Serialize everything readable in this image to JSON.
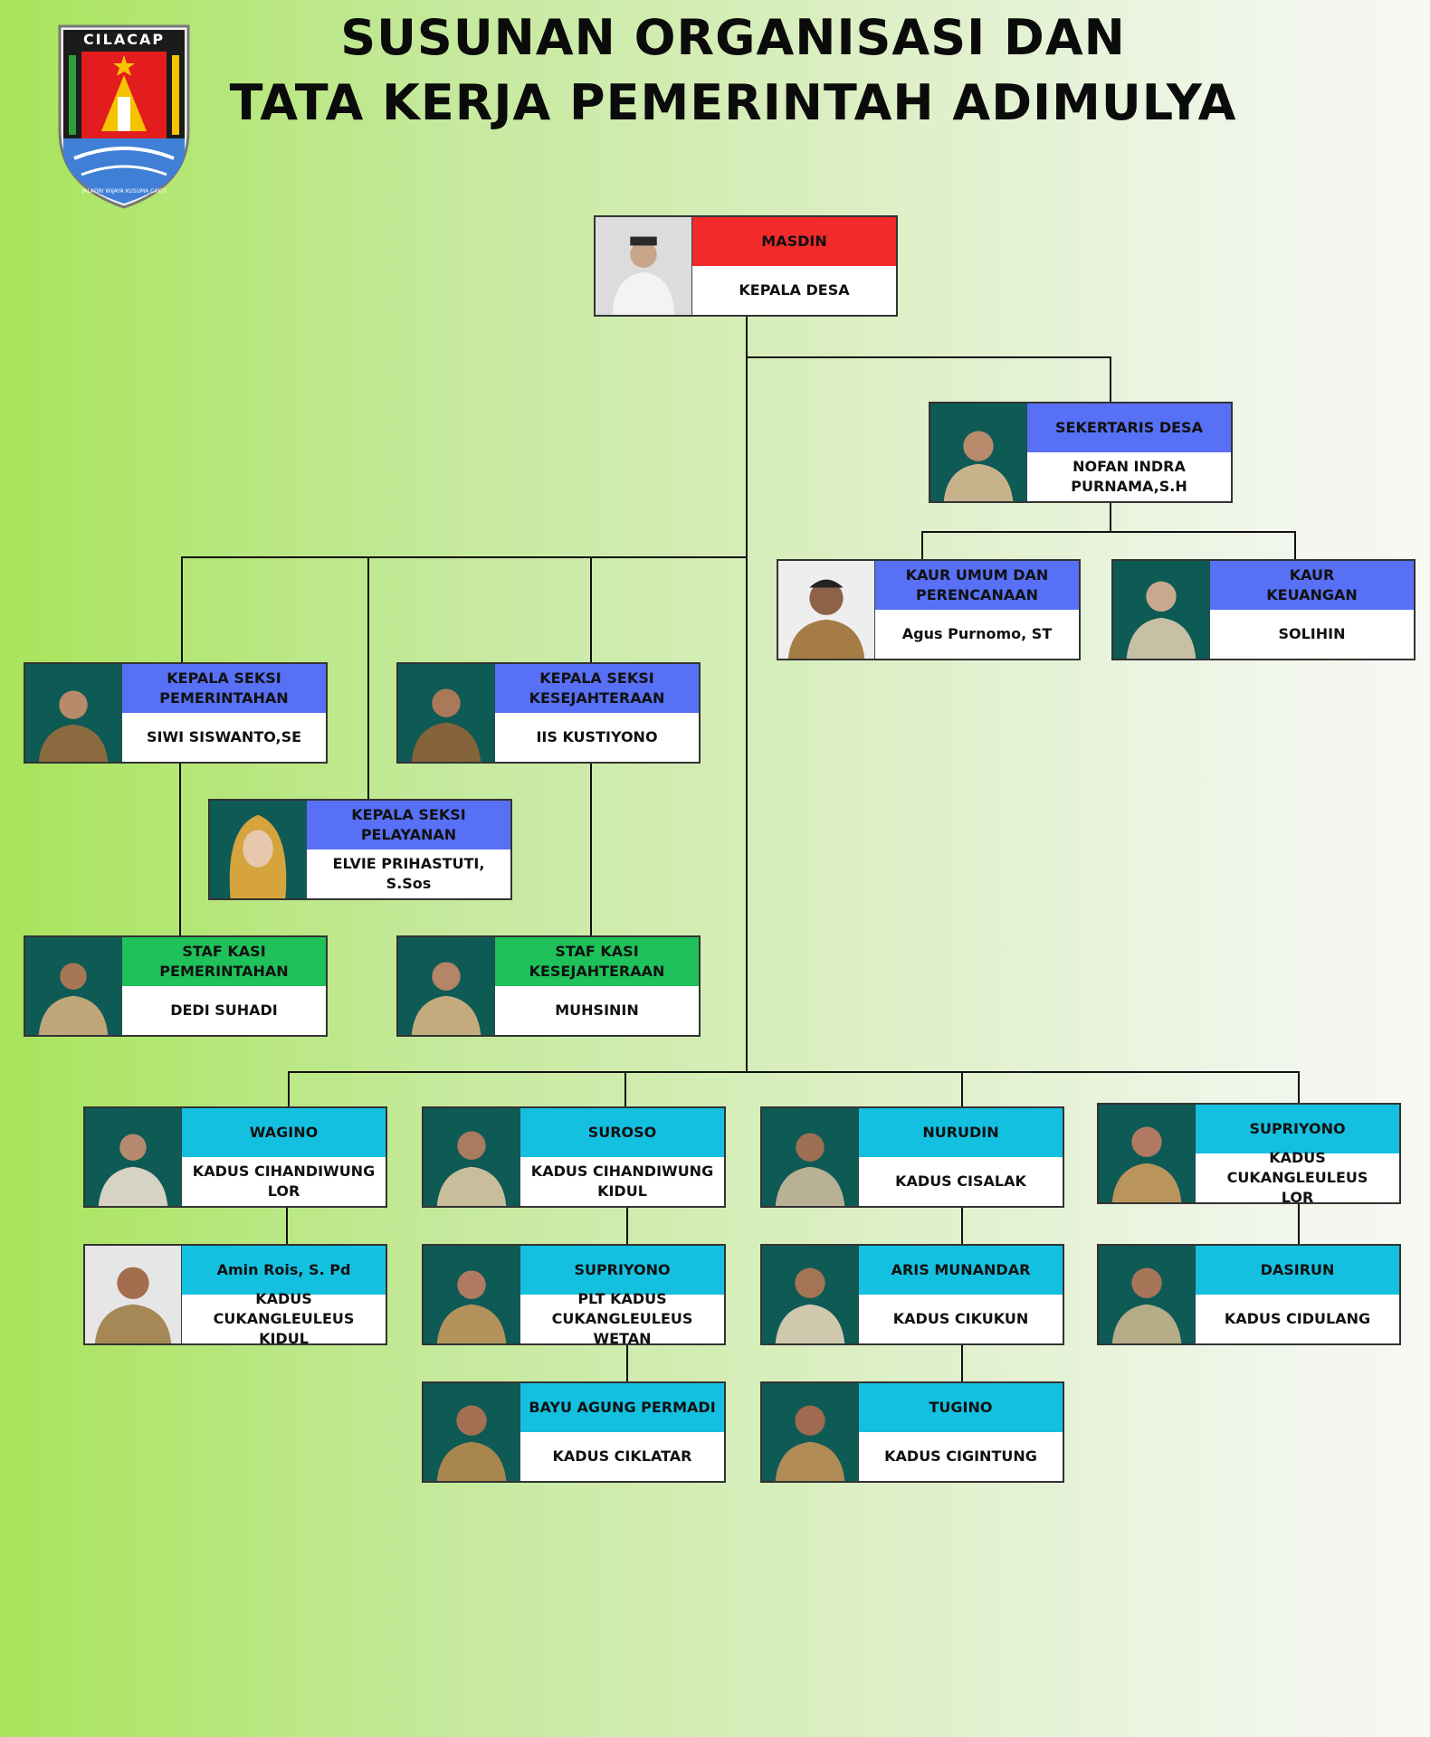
{
  "header": {
    "title_line1": "SUSUNAN ORGANISASI DAN",
    "title_line2": "TATA KERJA PEMERINTAH ADIMULYA",
    "logo_text": "CILACAP",
    "logo_motto": "JALADRI WIJAYA KUSUMA CAKTI"
  },
  "colors": {
    "head": "#f22a2a",
    "staff": "#5770f6",
    "staf_kasi": "#1ec15a",
    "kadus": "#14c0e0"
  },
  "cards": {
    "kepala": {
      "name": "MASDIN",
      "role": "KEPALA DESA"
    },
    "sekdes": {
      "name": "SEKERTARIS DESA",
      "role": "NOFAN INDRA\nPURNAMA,S.H"
    },
    "kaur_umum": {
      "name": "KAUR UMUM DAN\nPERENCANAAN",
      "role": "Agus Purnomo, ST"
    },
    "kaur_keu": {
      "name": "KAUR\nKEUANGAN",
      "role": "SOLIHIN"
    },
    "kasi_pem": {
      "name": "KEPALA SEKSI\nPEMERINTAHAN",
      "role": "SIWI SISWANTO,SE"
    },
    "kasi_kes": {
      "name": "KEPALA SEKSI\nKESEJAHTERAAN",
      "role": "IIS KUSTIYONO"
    },
    "kasi_pel": {
      "name": "KEPALA SEKSI\nPELAYANAN",
      "role": "ELVIE PRIHASTUTI, S.Sos"
    },
    "staf_pem": {
      "name": "STAF KASI\nPEMERINTAHAN",
      "role": "DEDI SUHADI"
    },
    "staf_kes": {
      "name": "STAF KASI\nKESEJAHTERAAN",
      "role": "MUHSININ"
    },
    "k1": {
      "name": "WAGINO",
      "role": "KADUS CIHANDIWUNG\nLOR"
    },
    "k2": {
      "name": "SUROSO",
      "role": "KADUS CIHANDIWUNG\nKIDUL"
    },
    "k3": {
      "name": "NURUDIN",
      "role": "KADUS CISALAK"
    },
    "k4": {
      "name": "SUPRIYONO",
      "role": "KADUS CUKANGLEULEUS\nLOR"
    },
    "k5": {
      "name": "Amin Rois, S. Pd",
      "role": "KADUS CUKANGLEULEUS\nKIDUL"
    },
    "k6": {
      "name": "SUPRIYONO",
      "role": "PLT KADUS\nCUKANGLEULEUS WETAN"
    },
    "k7": {
      "name": "ARIS MUNANDAR",
      "role": "KADUS CIKUKUN"
    },
    "k8": {
      "name": "DASIRUN",
      "role": "KADUS CIDULANG"
    },
    "k9": {
      "name": "BAYU AGUNG PERMADI",
      "role": "KADUS CIKLATAR"
    },
    "k10": {
      "name": "TUGINO",
      "role": "KADUS CIGINTUNG"
    }
  }
}
